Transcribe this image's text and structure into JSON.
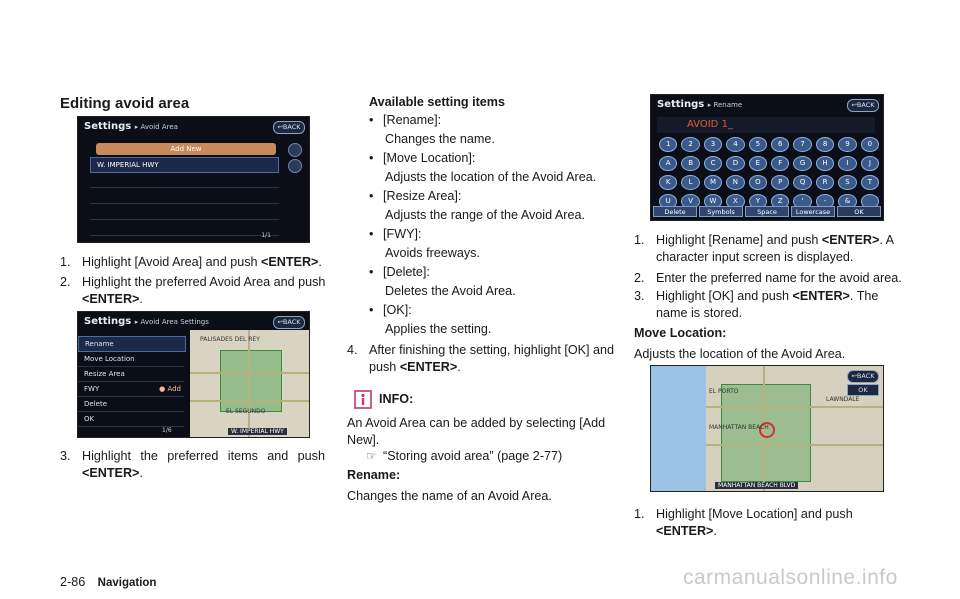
{
  "page": {
    "number": "2-86",
    "section": "Navigation",
    "watermark": "carmanualsonline.info"
  },
  "col1": {
    "heading": "Editing avoid area",
    "steps": [
      {
        "num": "1.",
        "text": "Highlight [Avoid Area] and push",
        "key": "<ENTER>",
        "end": "."
      },
      {
        "num": "2.",
        "text": "Highlight the preferred Avoid Area and push",
        "key": "<ENTER>",
        "end": "."
      },
      {
        "num": "3.",
        "text": "Highlight the preferred items and push",
        "key": "<ENTER>",
        "end": "."
      }
    ]
  },
  "screen1": {
    "title": "Settings",
    "subtitle": "Avoid Area",
    "back": "BACK",
    "add_new": "Add New",
    "item": "W. IMPERIAL HWY",
    "counter": "1/1"
  },
  "screen2": {
    "title": "Settings",
    "subtitle": "Avoid Area Settings",
    "back": "BACK",
    "menu": [
      "Rename",
      "Move Location",
      "Resize Area",
      "FWY",
      "Delete",
      "OK"
    ],
    "add_label": "Add",
    "counter": "1/6",
    "map_labels": [
      "PALISADES DEL REY",
      "EL SEGUNDO"
    ],
    "street": "W. IMPERIAL HWY"
  },
  "col2": {
    "heading": "Available setting items",
    "items": [
      {
        "label": "[Rename]:",
        "desc": "Changes the name."
      },
      {
        "label": "[Move Location]:",
        "desc": "Adjusts the location of the Avoid Area."
      },
      {
        "label": "[Resize Area]:",
        "desc": "Adjusts the range of the Avoid Area."
      },
      {
        "label": "[FWY]:",
        "desc": "Avoids freeways."
      },
      {
        "label": "[Delete]:",
        "desc": "Deletes the Avoid Area."
      },
      {
        "label": "[OK]:",
        "desc": "Applies the setting."
      }
    ],
    "step4": {
      "num": "4.",
      "text": "After finishing the setting, highlight [OK] and push",
      "key": "<ENTER>",
      "end": "."
    },
    "info_title": "INFO:",
    "info_text": "An Avoid Area can be added by selecting [Add New].",
    "ref": "“Storing avoid area” (page 2-77)",
    "rename_heading": "Rename:",
    "rename_text": "Changes the name of an Avoid Area."
  },
  "screen3": {
    "title": "Settings",
    "subtitle": "Rename",
    "back": "BACK",
    "entry": "AVOID 1_",
    "keys_row1": [
      "1",
      "2",
      "3",
      "4",
      "5",
      "6",
      "7",
      "8",
      "9",
      "0"
    ],
    "keys_row2": [
      "A",
      "B",
      "C",
      "D",
      "E",
      "F",
      "G",
      "H",
      "I",
      "J"
    ],
    "keys_row3": [
      "K",
      "L",
      "M",
      "N",
      "O",
      "P",
      "Q",
      "R",
      "S",
      "T"
    ],
    "keys_row4": [
      "U",
      "V",
      "W",
      "X",
      "Y",
      "Z",
      "'",
      "-",
      "&",
      ""
    ],
    "bottom": [
      "Delete",
      "Symbols",
      "Space",
      "Lowercase",
      "OK"
    ]
  },
  "col3": {
    "steps": [
      {
        "num": "1.",
        "text": "Highlight [Rename] and push",
        "key": "<ENTER>",
        "end": ". A character input screen is displayed."
      },
      {
        "num": "2.",
        "text": "Enter the preferred name for the avoid area.",
        "key": "",
        "end": ""
      },
      {
        "num": "3.",
        "text": "Highlight [OK] and push",
        "key": "<ENTER>",
        "end": ". The name is stored."
      }
    ],
    "move_heading": "Move Location:",
    "move_text": "Adjusts the location of the Avoid Area.",
    "step_move": {
      "num": "1.",
      "text": "Highlight [Move Location] and push",
      "key": "<ENTER>",
      "end": "."
    }
  },
  "screen4": {
    "back": "BACK",
    "ok": "OK",
    "labels": [
      "EL PORTO",
      "LAWNDALE",
      "MANHATTAN BEACH",
      "MANHATTAN BEACH BLVD"
    ]
  }
}
